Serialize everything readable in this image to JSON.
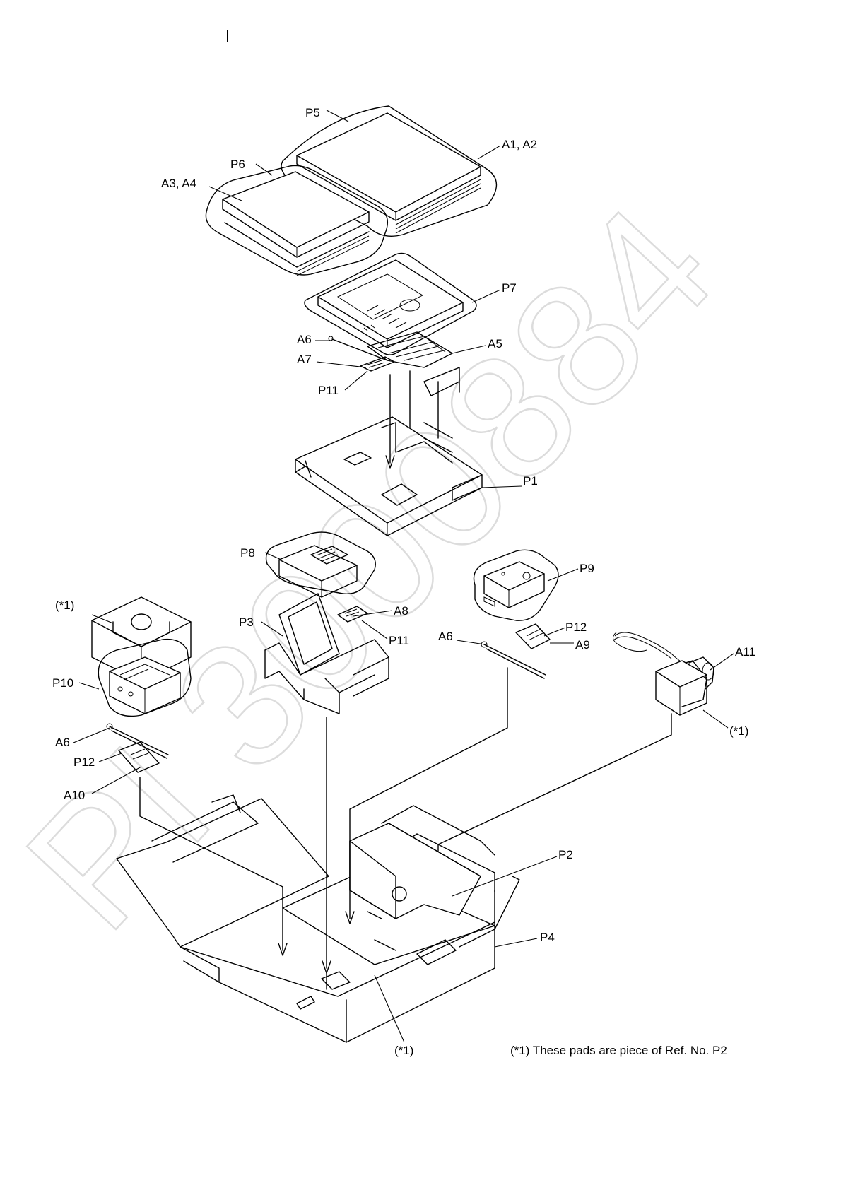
{
  "watermark": "PI 3000884",
  "labels": {
    "p5": "P5",
    "a1a2": "A1, A2",
    "p6": "P6",
    "a3a4": "A3, A4",
    "p7": "P7",
    "a6_top": "A6",
    "a5": "A5",
    "a7": "A7",
    "p11_top": "P11",
    "p1": "P1",
    "p8": "P8",
    "p9": "P9",
    "star1_left": "(*1)",
    "a8": "A8",
    "p3": "P3",
    "p11_mid": "P11",
    "a6_mid": "A6",
    "p12_right": "P12",
    "a9": "A9",
    "a11": "A11",
    "p10": "P10",
    "star1_right": "(*1)",
    "a6_left": "A6",
    "p12_left": "P12",
    "a10": "A10",
    "p2": "P2",
    "p4": "P4",
    "star1_bottom": "(*1)"
  },
  "footnote": "(*1) These pads are piece of Ref. No. P2"
}
